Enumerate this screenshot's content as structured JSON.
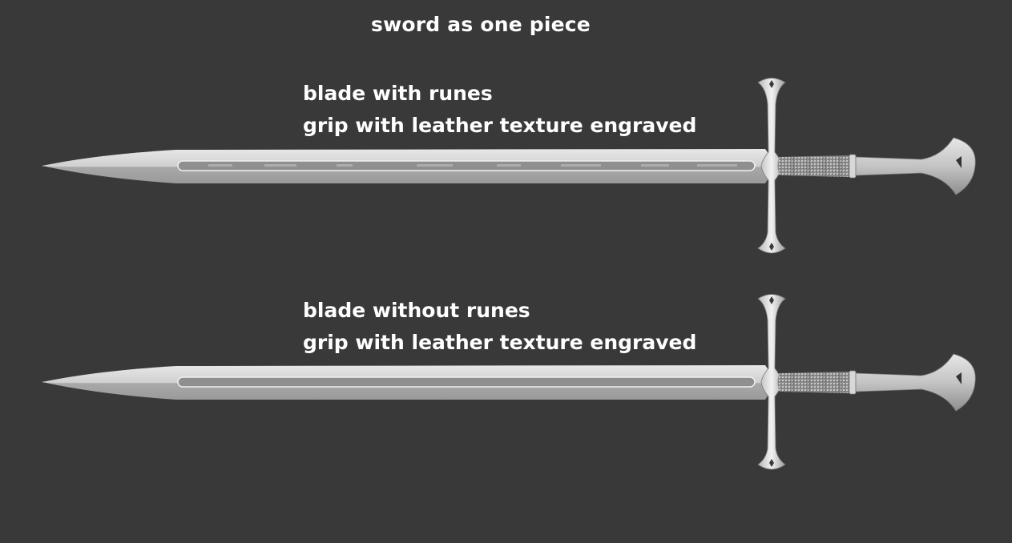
{
  "page": {
    "title": "sword as one piece",
    "background_color": "#393939",
    "text_color": "#ffffff"
  },
  "swords": [
    {
      "variant": "with-runes",
      "captions": [
        "blade with runes",
        "grip with leather texture engraved"
      ]
    },
    {
      "variant": "without-runes",
      "captions": [
        "blade without runes",
        "grip with leather texture engraved"
      ]
    }
  ]
}
